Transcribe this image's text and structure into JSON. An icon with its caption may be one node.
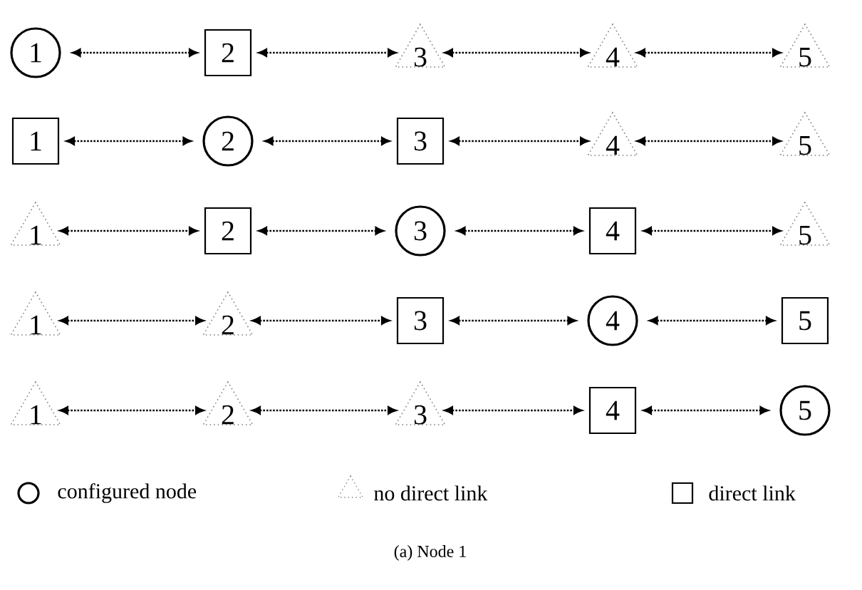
{
  "diagram": {
    "caption": "(a) Node 1",
    "nodes": [
      {
        "text": [
          "1"
        ]
      },
      {
        "text": [
          "2"
        ]
      },
      {
        "text": [
          "3"
        ]
      },
      {
        "text": [
          "4"
        ]
      },
      {
        "text": [
          "5"
        ]
      },
      {
        "text": [
          "1"
        ]
      },
      {
        "text": [
          "2"
        ]
      },
      {
        "text": [
          "3"
        ]
      },
      {
        "text": [
          "4"
        ]
      },
      {
        "text": [
          "5"
        ]
      },
      {
        "text": [
          "1"
        ]
      },
      {
        "text": [
          "2"
        ]
      },
      {
        "text": [
          "3"
        ]
      },
      {
        "text": [
          "4"
        ]
      },
      {
        "text": [
          "5"
        ]
      },
      {
        "text": [
          "1"
        ]
      },
      {
        "text": [
          "2"
        ]
      },
      {
        "text": [
          "3"
        ]
      },
      {
        "text": [
          "4"
        ]
      },
      {
        "text": [
          "5"
        ]
      },
      {
        "text": [
          "1"
        ]
      },
      {
        "text": [
          "2"
        ]
      },
      {
        "text": [
          "3"
        ]
      },
      {
        "text": [
          "4"
        ]
      },
      {
        "text": [
          "5"
        ]
      }
    ],
    "edges": [
      {
        "from": 0,
        "to": 1,
        "arrow": "both"
      },
      {
        "from": 1,
        "to": 2,
        "arrow": "both"
      },
      {
        "from": 2,
        "to": 3,
        "arrow": "both"
      },
      {
        "from": 3,
        "to": 4,
        "arrow": "both"
      },
      {
        "from": 5,
        "to": 6,
        "arrow": "both"
      },
      {
        "from": 6,
        "to": 7,
        "arrow": "both"
      },
      {
        "from": 7,
        "to": 8,
        "arrow": "both"
      },
      {
        "from": 8,
        "to": 9,
        "arrow": "both"
      },
      {
        "from": 10,
        "to": 11,
        "arrow": "both"
      },
      {
        "from": 11,
        "to": 12,
        "arrow": "both"
      },
      {
        "from": 12,
        "to": 13,
        "arrow": "both"
      },
      {
        "from": 13,
        "to": 14,
        "arrow": "both"
      },
      {
        "from": 15,
        "to": 16,
        "arrow": "both"
      },
      {
        "from": 16,
        "to": 17,
        "arrow": "both"
      },
      {
        "from": 17,
        "to": 18,
        "arrow": "both"
      },
      {
        "from": 18,
        "to": 19,
        "arrow": "both"
      },
      {
        "from": 20,
        "to": 21,
        "arrow": "both"
      },
      {
        "from": 21,
        "to": 22,
        "arrow": "both"
      },
      {
        "from": 22,
        "to": 23,
        "arrow": "both"
      },
      {
        "from": 23,
        "to": 24,
        "arrow": "both"
      }
    ],
    "legend": [
      {
        "text": "configured node"
      },
      {
        "text": "no direct link"
      },
      {
        "text": "direct link"
      }
    ]
  }
}
